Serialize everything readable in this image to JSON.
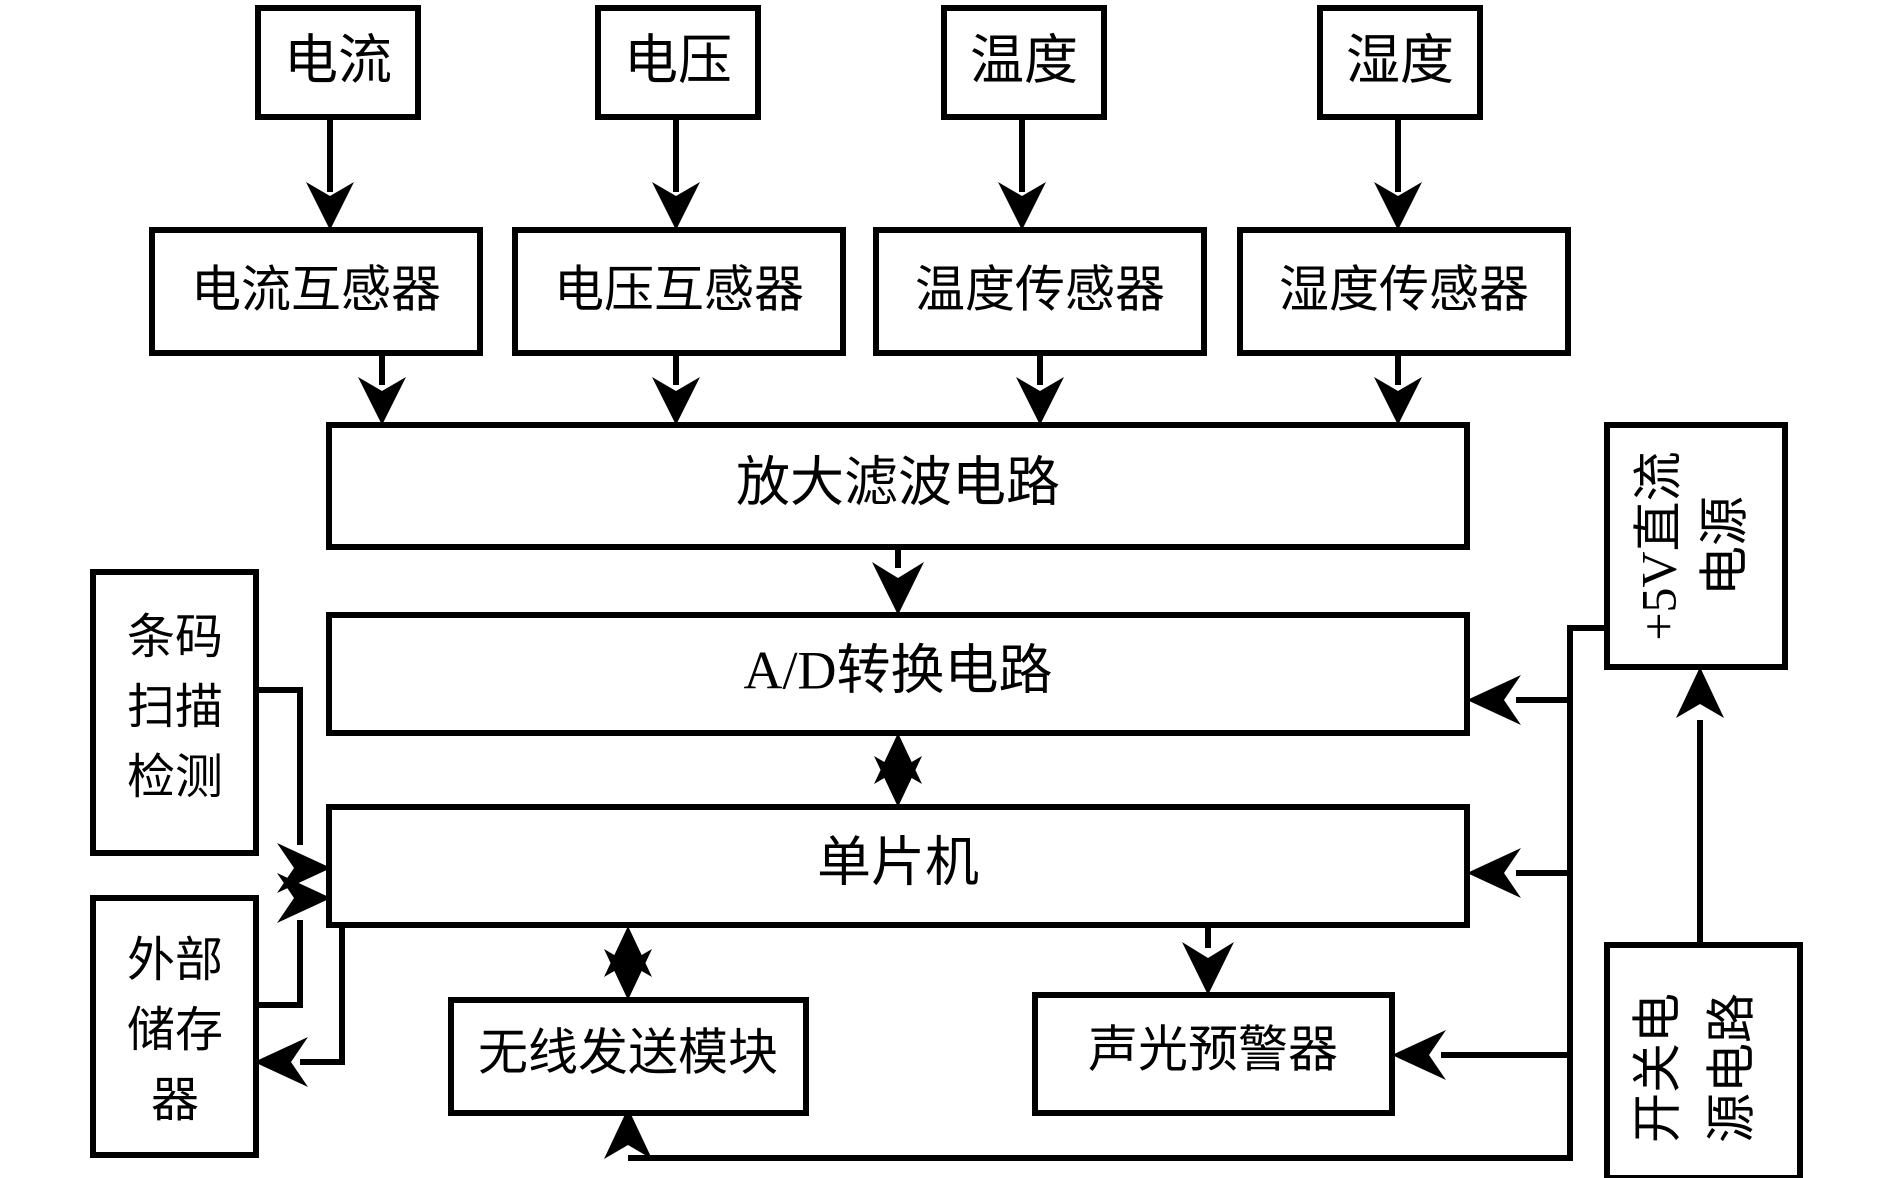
{
  "diagram": {
    "type": "block-diagram",
    "title": "",
    "background_color": "#ffffff",
    "line_color": "#000000",
    "nodes": {
      "current_source": {
        "label": "电流"
      },
      "voltage_source": {
        "label": "电压"
      },
      "temperature_source": {
        "label": "温度"
      },
      "humidity_source": {
        "label": "湿度"
      },
      "current_transformer": {
        "label": "电流互感器"
      },
      "voltage_transformer": {
        "label": "电压互感器"
      },
      "temperature_sensor": {
        "label": "温度传感器"
      },
      "humidity_sensor": {
        "label": "湿度传感器"
      },
      "amplify_filter_circuit": {
        "label": "放大滤波电路"
      },
      "ad_conversion_circuit": {
        "label": "A/D转换电路"
      },
      "mcu": {
        "label": "单片机"
      },
      "barcode_scan_detection": {
        "label": "条码扫描检测",
        "lines": [
          "条码",
          "扫描",
          "检测"
        ]
      },
      "external_storage": {
        "label": "外部储存器",
        "lines": [
          "外部",
          "储存",
          "器"
        ]
      },
      "wireless_transmit_module": {
        "label": "无线发送模块"
      },
      "audible_visual_alarm": {
        "label": "声光预警器"
      },
      "dc_power_supply_5v": {
        "label": "+5V直流电源",
        "lines": [
          "+5V直流",
          "电源"
        ]
      },
      "switching_power_circuit": {
        "label": "开关电源电路",
        "lines": [
          "开关电",
          "源电路"
        ]
      }
    }
  }
}
